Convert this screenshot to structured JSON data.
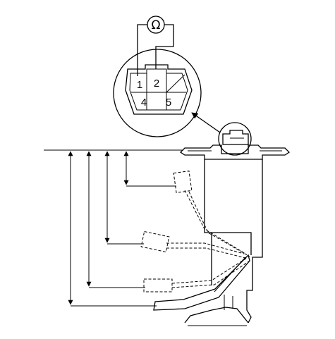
{
  "meter": {
    "symbol": "Ω"
  },
  "connector": {
    "terminals": [
      {
        "label": "1"
      },
      {
        "label": "2"
      },
      {
        "label": "4"
      },
      {
        "label": "5"
      }
    ]
  }
}
